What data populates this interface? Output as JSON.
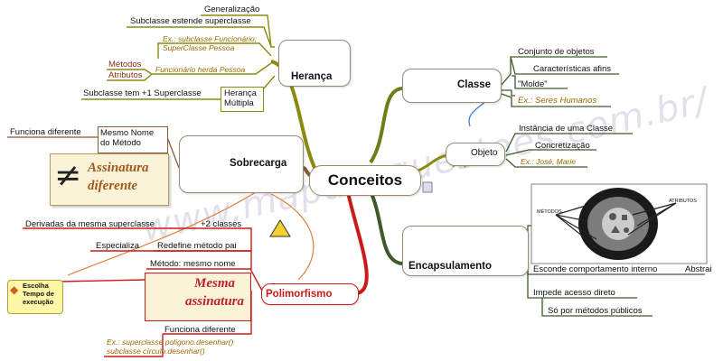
{
  "watermark": "www.mapasequestoes.com.br/",
  "central": {
    "label": "Conceitos"
  },
  "heranca": {
    "label": "Herança",
    "generalizacao": "Generalização",
    "subclasse_estende": "Subclasse estende superclasse",
    "exemplo": "Ex.: subclasse Funcionário; SuperClasse Pessoa",
    "herda": "Funcionário herda Pessoa",
    "metodos": "Métodos",
    "atributos": "Atributos",
    "subclasse_mais": "Subclasse tem +1 Superclasse",
    "multipla": "Herança Múltipla"
  },
  "classe": {
    "label": "Classe",
    "conjunto": "Conjunto de objetos",
    "caracteristicas": "Características afins",
    "molde": "\"Molde\"",
    "exemplo": "Ex.: Seres Humanos"
  },
  "objeto": {
    "label": "Objeto",
    "instancia": "Instância de uma Classe",
    "concretizacao": "Concretização",
    "exemplo": "Ex.: José, Marie"
  },
  "encapsulamento": {
    "label": "Encapsulamento",
    "diagram_metodos": "MÉTODOS",
    "diagram_atributos": "ATRIBUTOS",
    "esconde": "Esconde comportamento interno",
    "abstrai": "Abstrai",
    "impede": "Impede acesso direto",
    "so_metodos": "Só por métodos públicos"
  },
  "sobrecarga": {
    "label": "Sobrecarga",
    "funciona_diferente": "Funciona diferente",
    "mesmo_nome": "Mesmo Nome do Método",
    "assinatura_title": "Assinatura diferente",
    "neq": "≠"
  },
  "polimorfismo": {
    "label": "Polimorfismo",
    "derivadas": "Derivadas da mesma superclasse",
    "duas_classes": "+2 classes",
    "especializa": "Especializa",
    "redefine": "Redefine método pai",
    "metodo_mesmo_nome": "Método: mesmo nome",
    "mesma_assinatura": "Mesma assinatura",
    "funciona_diferente": "Funciona diferente",
    "exemplo": "Ex.: superclasse poligono.desenhar() subclasse círculo.desenhar()",
    "escolha": "Escolha Tempo de execução"
  },
  "colors": {
    "heranca_branch": "#8a8a10",
    "classe_branch": "#2b5e1b",
    "encaps_branch": "#3c5a2a",
    "sobrecarga_branch": "#8a5a38",
    "polim_branch": "#cc1a1a",
    "underline": "#8a8a10"
  }
}
